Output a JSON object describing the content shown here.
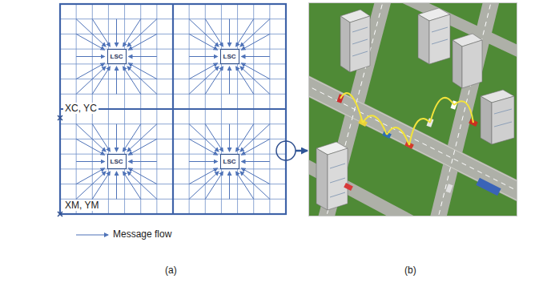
{
  "diagram": {
    "nodes": [
      {
        "text": [
          "LSC"
        ]
      },
      {
        "text": [
          "LSC"
        ]
      },
      {
        "text": [
          "LSC"
        ]
      },
      {
        "text": [
          "LSC"
        ]
      }
    ],
    "labels": [
      "XC, YC",
      "XM, YM",
      "(a)",
      "(b)"
    ],
    "legend": [
      {
        "text": "Message flow"
      }
    ]
  }
}
